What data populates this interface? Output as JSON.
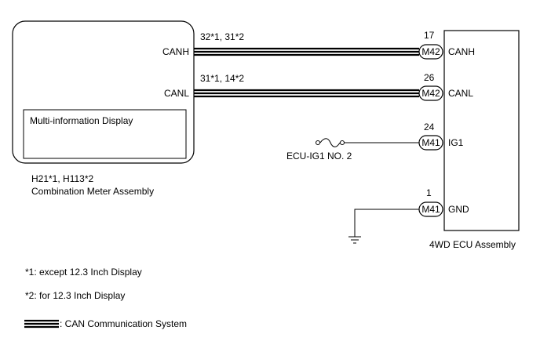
{
  "meter": {
    "canh_label": "CANH",
    "canl_label": "CANL",
    "inner_box_label": "Multi-information Display",
    "connector_label": "H21*1, H113*2",
    "name": "Combination Meter Assembly"
  },
  "ecu": {
    "name": "4WD ECU Assembly",
    "pins": [
      {
        "number": "17",
        "connector": "M42",
        "signal": "CANH"
      },
      {
        "number": "26",
        "connector": "M42",
        "signal": "CANL"
      },
      {
        "number": "24",
        "connector": "M41",
        "signal": "IG1"
      },
      {
        "number": "1",
        "connector": "M41",
        "signal": "GND"
      }
    ]
  },
  "wires": {
    "canh_pins": "32*1, 31*2",
    "canl_pins": "31*1, 14*2"
  },
  "fuse": {
    "label": "ECU-IG1 NO. 2"
  },
  "notes": [
    "*1: except 12.3 Inch Display",
    "*2: for 12.3 Inch Display"
  ],
  "legend": {
    "label": ": CAN Communication System"
  }
}
